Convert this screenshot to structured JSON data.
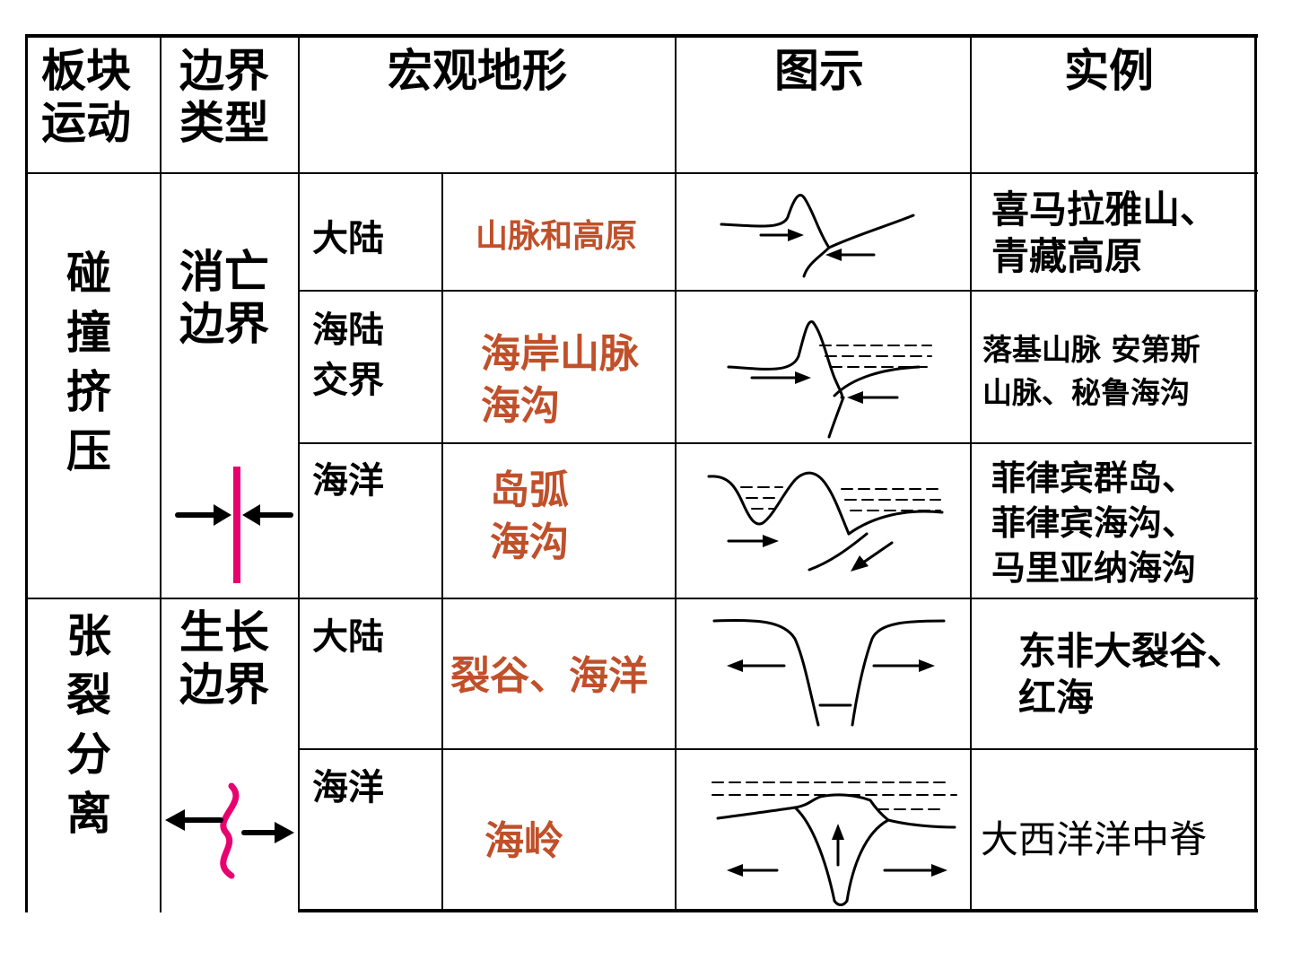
{
  "headers": {
    "motion": [
      "板块",
      "运动"
    ],
    "boundary": [
      "边界",
      "类型"
    ],
    "landform": "宏观地形",
    "diagram": "图示",
    "example": "实例"
  },
  "groups": {
    "collision": {
      "motion": [
        "碰",
        "撞",
        "挤",
        "压"
      ],
      "boundary": [
        "消亡",
        "边界"
      ]
    },
    "separation": {
      "motion": [
        "张",
        "裂",
        "分",
        "离"
      ],
      "boundary": [
        "生长",
        "边界"
      ]
    }
  },
  "rows": [
    {
      "type": [
        "大陆"
      ],
      "landform": [
        "山脉和高原"
      ],
      "example": [
        "喜马拉雅山、",
        "青藏高原"
      ]
    },
    {
      "type": [
        "海陆",
        "交界"
      ],
      "landform": [
        "海岸山脉",
        "海沟"
      ],
      "example": [
        "落基山脉  安第斯",
        "山脉、秘鲁海沟"
      ]
    },
    {
      "type": [
        "海洋"
      ],
      "landform": [
        "岛弧",
        "海沟"
      ],
      "example": [
        "菲律宾群岛、",
        "菲律宾海沟、",
        "马里亚纳海沟"
      ]
    },
    {
      "type": [
        "大陆"
      ],
      "landform": [
        "裂谷、海洋"
      ],
      "example": [
        "东非大裂谷、",
        "红海"
      ]
    },
    {
      "type": [
        "海洋"
      ],
      "landform": [
        "海岭"
      ],
      "example": [
        "大西洋洋中脊"
      ]
    }
  ],
  "icons": {
    "convergent": "convergent-boundary-icon",
    "divergent": "divergent-boundary-icon"
  },
  "colors": {
    "landform_text": "#c0502a",
    "boundary_symbol": "#e8006e",
    "line": "#000000"
  }
}
